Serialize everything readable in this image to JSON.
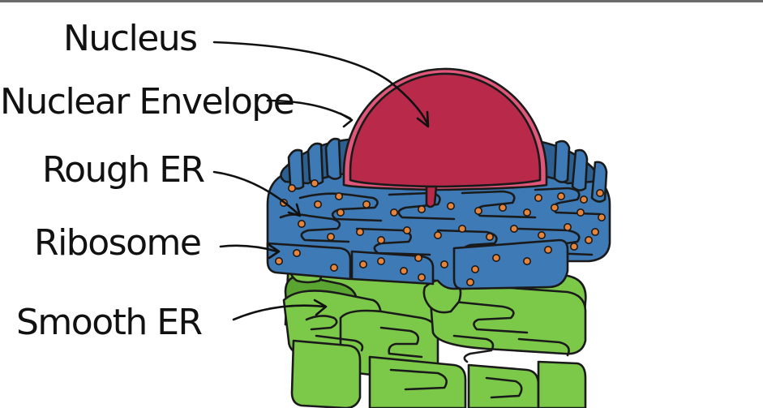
{
  "labels": [
    {
      "key": "nucleus",
      "text": "Nucleus"
    },
    {
      "key": "nuclear_envelope",
      "text": "Nuclear Envelope"
    },
    {
      "key": "rough_er",
      "text": "Rough ER"
    },
    {
      "key": "ribosome",
      "text": "Ribosome"
    },
    {
      "key": "smooth_er",
      "text": "Smooth ER"
    }
  ],
  "colors": {
    "background": "#ffffff",
    "nucleus_fill": "#b8294a",
    "envelope_fill": "#e0577a",
    "rough_er_fill": "#3e7ab5",
    "rough_er_dark": "#2d5f90",
    "ribosome_fill": "#e8833a",
    "smooth_er_fill": "#7cc94a",
    "smooth_er_dark": "#5aa532",
    "outline": "#1a1a1a"
  }
}
